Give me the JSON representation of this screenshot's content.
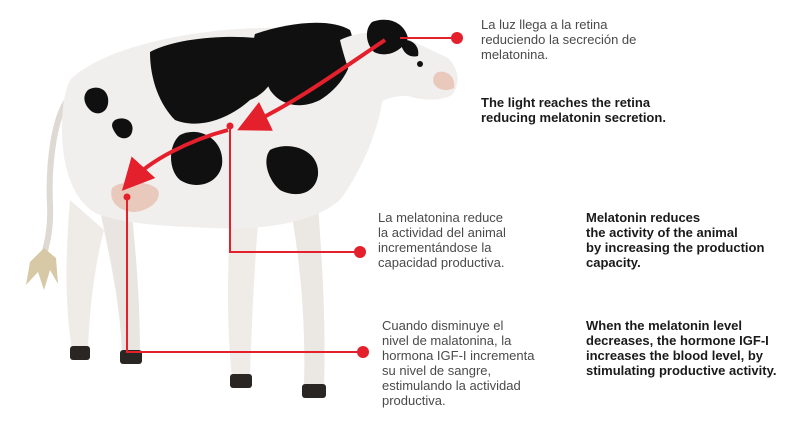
{
  "colors": {
    "accent": "#e4202c",
    "cow_white": "#f1efed",
    "cow_black": "#101010",
    "udder_pink": "#e9c9bb",
    "hoof": "#2a2624"
  },
  "annotations": [
    {
      "spanish": "La luz llega a la retina\nreduciendo la secreción de\nmelatonina.",
      "english": "The light reaches the retina\nreducing melatonin secretion."
    },
    {
      "spanish": "La melatonina reduce\nla actividad del animal\nincrementándose la\ncapacidad productiva.",
      "english": "Melatonin reduces\nthe activity of the animal\nby increasing the production\ncapacity."
    },
    {
      "spanish": "Cuando disminuye el\nnivel de malatonina, la\nhormona IGF-I incrementa\nsu nivel de sangre,\nestimulando la actividad\nproductiva.",
      "english": "When the melatonin level\ndecreases, the hormone IGF-I\nincreases the blood level, by\nstimulating productive activity."
    }
  ]
}
